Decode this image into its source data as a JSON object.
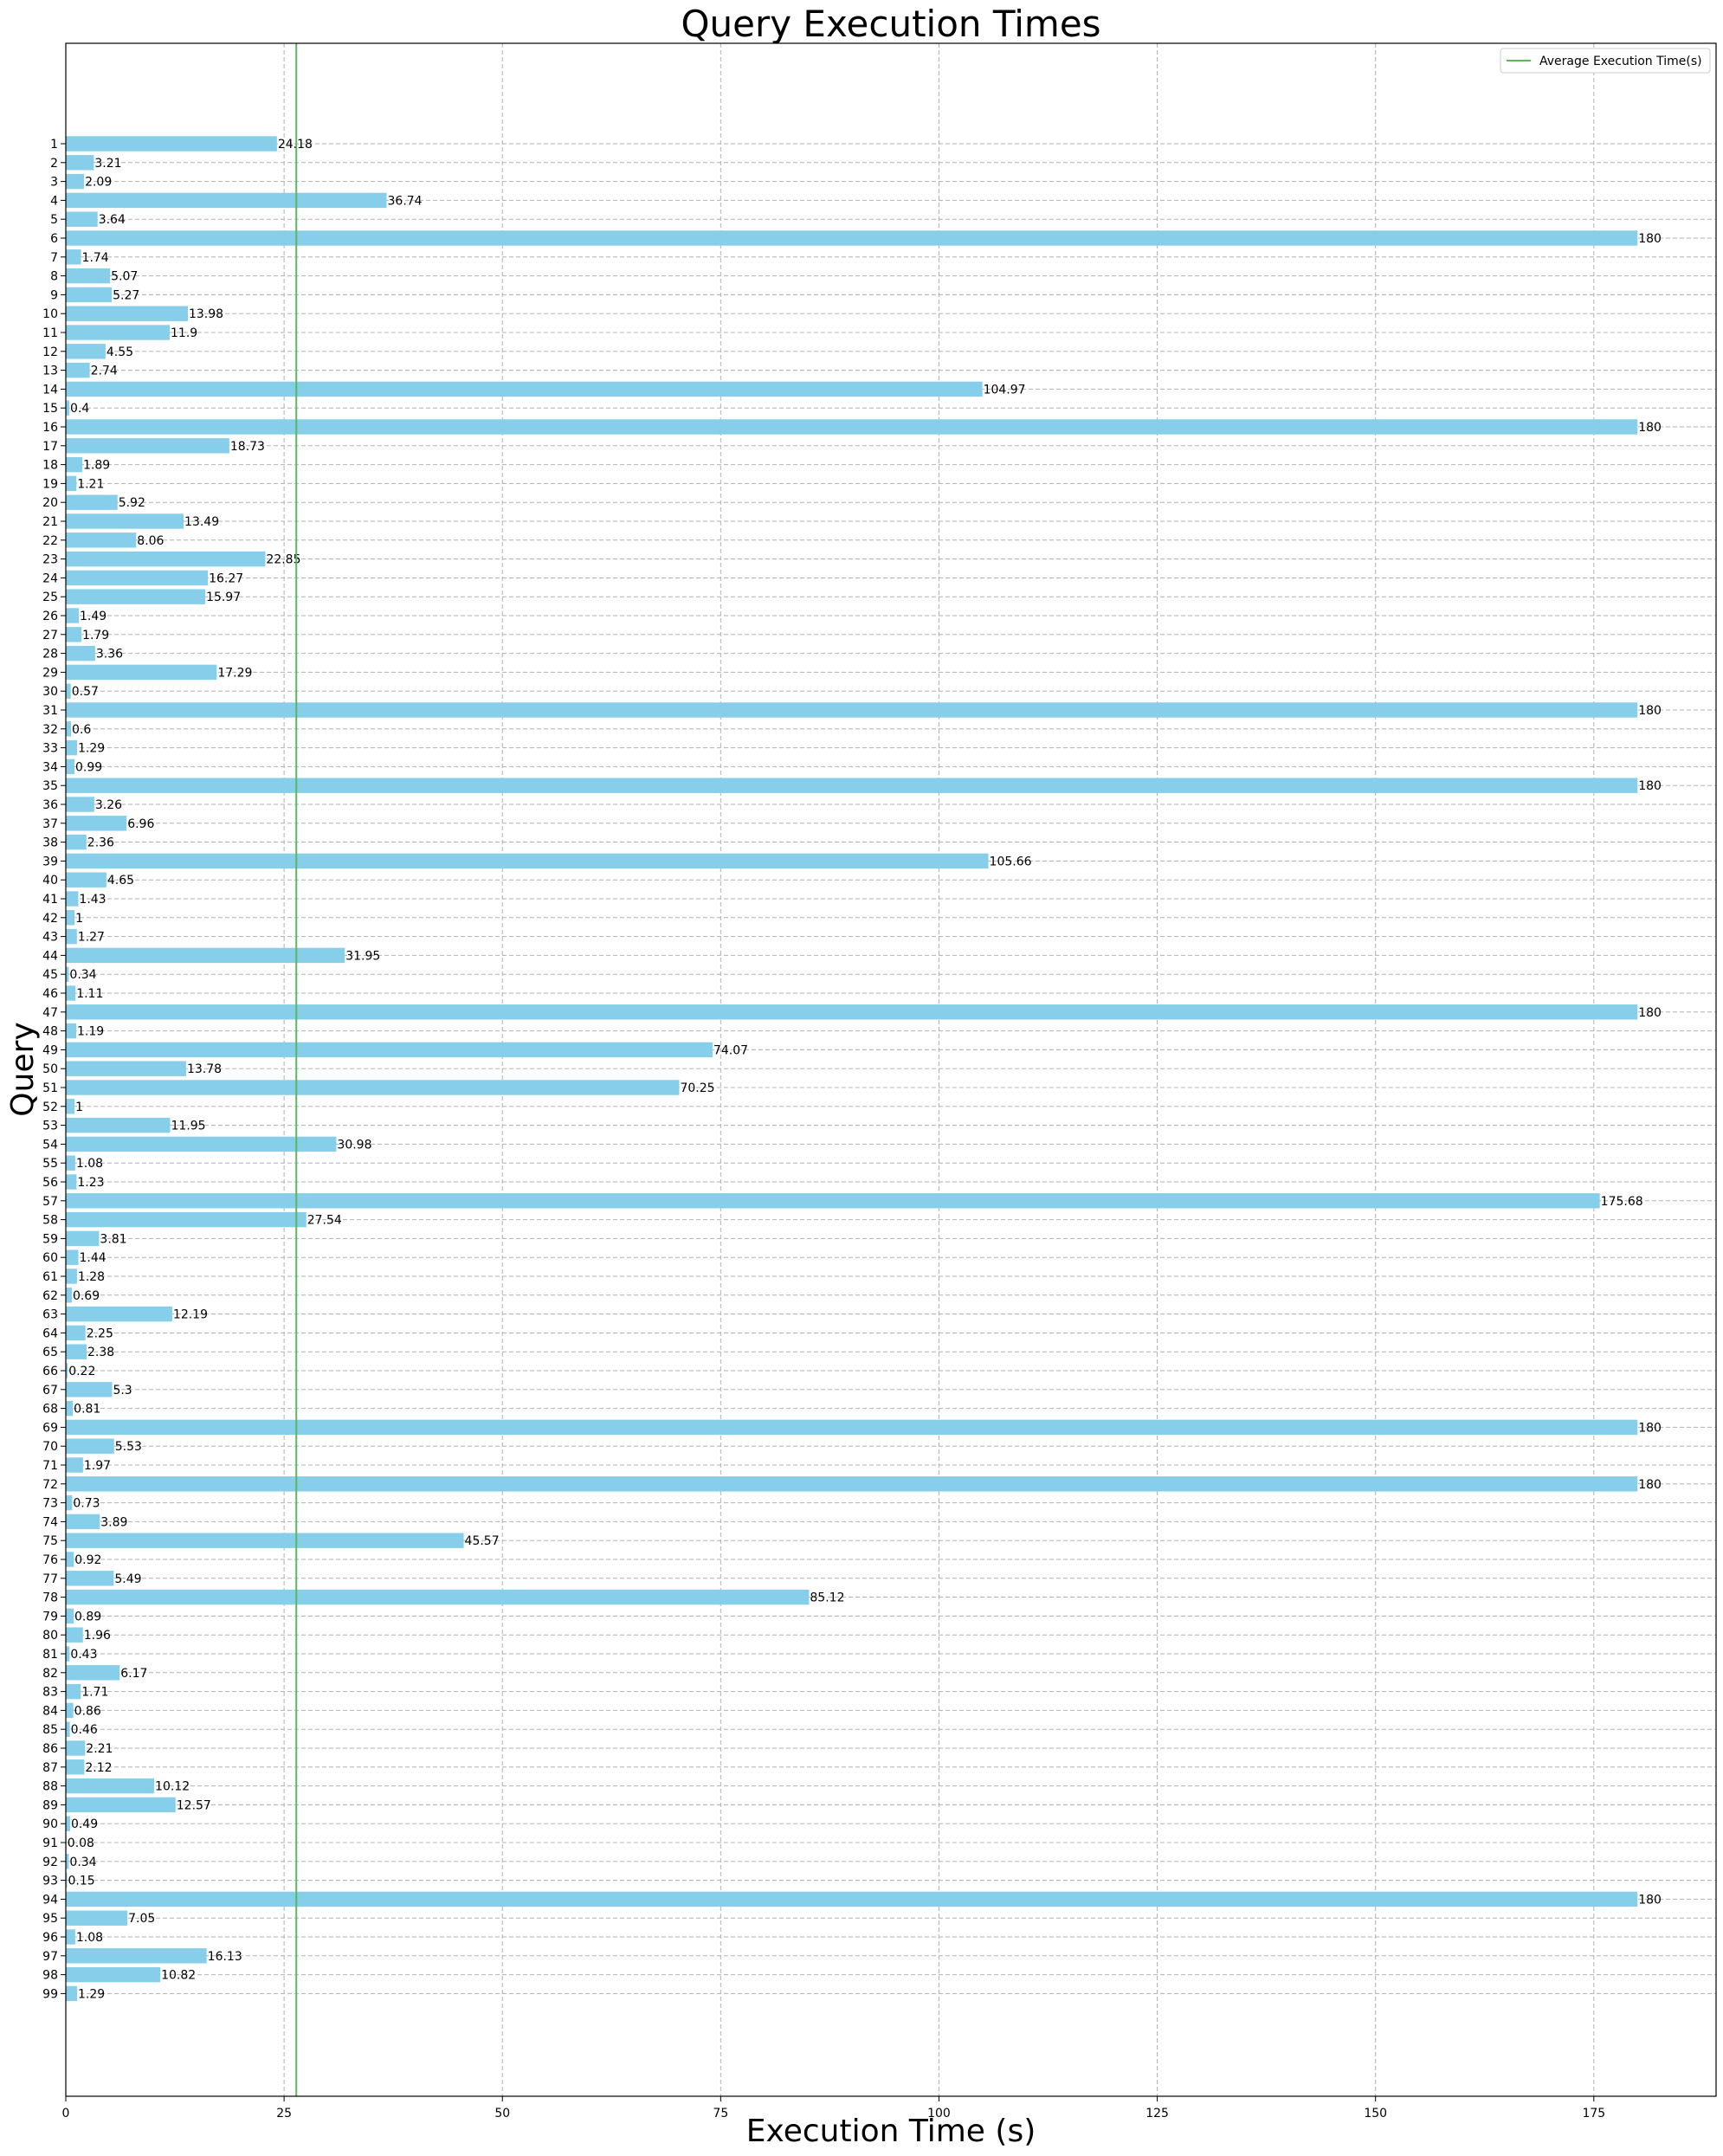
{
  "chart_data": {
    "type": "bar",
    "orientation": "horizontal",
    "title": "Query Execution Times",
    "xlabel": "Execution Time (s)",
    "ylabel": "Query",
    "xlim": [
      0,
      189
    ],
    "xticks": [
      0,
      25,
      50,
      75,
      100,
      125,
      150,
      175
    ],
    "grid": true,
    "legend_position": "top-right",
    "bar_color": "#87ceeb",
    "average_line_color": "#5cb85c",
    "average": {
      "label": "Average Execution Time(s)",
      "value": 26.4
    },
    "categories": [
      "1",
      "2",
      "3",
      "4",
      "5",
      "6",
      "7",
      "8",
      "9",
      "10",
      "11",
      "12",
      "13",
      "14",
      "15",
      "16",
      "17",
      "18",
      "19",
      "20",
      "21",
      "22",
      "23",
      "24",
      "25",
      "26",
      "27",
      "28",
      "29",
      "30",
      "31",
      "32",
      "33",
      "34",
      "35",
      "36",
      "37",
      "38",
      "39",
      "40",
      "41",
      "42",
      "43",
      "44",
      "45",
      "46",
      "47",
      "48",
      "49",
      "50",
      "51",
      "52",
      "53",
      "54",
      "55",
      "56",
      "57",
      "58",
      "59",
      "60",
      "61",
      "62",
      "63",
      "64",
      "65",
      "66",
      "67",
      "68",
      "69",
      "70",
      "71",
      "72",
      "73",
      "74",
      "75",
      "76",
      "77",
      "78",
      "79",
      "80",
      "81",
      "82",
      "83",
      "84",
      "85",
      "86",
      "87",
      "88",
      "89",
      "90",
      "91",
      "92",
      "93",
      "94",
      "95",
      "96",
      "97",
      "98",
      "99"
    ],
    "values": [
      24.18,
      3.21,
      2.09,
      36.74,
      3.64,
      180,
      1.74,
      5.07,
      5.27,
      13.98,
      11.9,
      4.55,
      2.74,
      104.97,
      0.4,
      180,
      18.73,
      1.89,
      1.21,
      5.92,
      13.49,
      8.06,
      22.85,
      16.27,
      15.97,
      1.49,
      1.79,
      3.36,
      17.29,
      0.57,
      180,
      0.6,
      1.29,
      0.99,
      180,
      3.26,
      6.96,
      2.36,
      105.66,
      4.65,
      1.43,
      1,
      1.27,
      31.95,
      0.34,
      1.11,
      180,
      1.19,
      74.07,
      13.78,
      70.25,
      1,
      11.95,
      30.98,
      1.08,
      1.23,
      175.68,
      27.54,
      3.81,
      1.44,
      1.28,
      0.69,
      12.19,
      2.25,
      2.38,
      0.22,
      5.3,
      0.81,
      180,
      5.53,
      1.97,
      180,
      0.73,
      3.89,
      45.57,
      0.92,
      5.49,
      85.12,
      0.89,
      1.96,
      0.43,
      6.17,
      1.71,
      0.86,
      0.46,
      2.21,
      2.12,
      10.12,
      12.57,
      0.49,
      0.08,
      0.34,
      0.15,
      180,
      7.05,
      1.08,
      16.13,
      10.82,
      1.29
    ]
  }
}
